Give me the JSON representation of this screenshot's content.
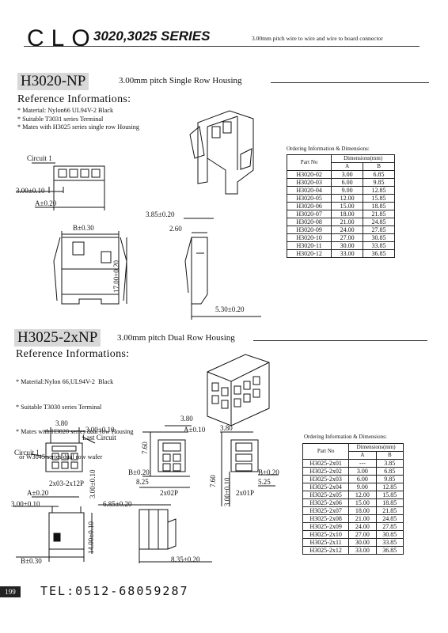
{
  "header": {
    "brand": "CLO",
    "series": "3020,3025 SERIES",
    "description": "3.00mm pitch wire to wire and wire to board connector"
  },
  "section1": {
    "model": "H3020-NP",
    "subtitle": "3.00mm pitch Single Row Housing",
    "ref_title": "Reference Informations:",
    "bullets": [
      "* Material:  Nylon66 UL94V-2 Black",
      "* Suitable T3031 series Terminal",
      "* Mates with H3025 series single row Housing"
    ],
    "table_title": "Ordering Information & Dimensions:",
    "table_head": {
      "part": "Part No",
      "dims": "Dimensions(mm)",
      "a": "A",
      "b": "B"
    },
    "rows": [
      [
        "H3020-02",
        "3.00",
        "6.85"
      ],
      [
        "H3020-03",
        "6.00",
        "9.85"
      ],
      [
        "H3020-04",
        "9.00",
        "12.85"
      ],
      [
        "H3020-05",
        "12.00",
        "15.85"
      ],
      [
        "H3020-06",
        "15.00",
        "18.85"
      ],
      [
        "H3020-07",
        "18.00",
        "21.85"
      ],
      [
        "H3020-08",
        "21.00",
        "24.85"
      ],
      [
        "H3020-09",
        "24.00",
        "27.85"
      ],
      [
        "H3020-10",
        "27.00",
        "30.85"
      ],
      [
        "H3020-11",
        "30.00",
        "33.85"
      ],
      [
        "H3020-12",
        "33.00",
        "36.85"
      ]
    ],
    "labels": {
      "circuit1": "Circuit 1",
      "pitch": "3.00±0.10",
      "a": "A±0.20",
      "b": "B±0.30",
      "w385": "3.85±0.20",
      "w260": "2.60",
      "h1700": "17.00±0.20",
      "w530": "5.30±0.20"
    }
  },
  "section2": {
    "model": "H3025-2xNP",
    "subtitle": "3.00mm pitch Dual Row Housing",
    "ref_title": "Reference Informations:",
    "bullets": [
      "* Material:Nylon 66,UL94V-2  Black",
      "* Suitable T3030 series Terminal",
      "* Mates with H3020 series dual row Housing",
      "  or W3045 series dual row wafer"
    ],
    "table_title": "Ordering Information & Dimensions:",
    "table_head": {
      "part": "Part No",
      "dims": "Dimensions(mm)",
      "a": "A",
      "b": "B"
    },
    "rows": [
      [
        "H3025-2x01",
        "---",
        "3.85"
      ],
      [
        "H3025-2x02",
        "3.00",
        "6.85"
      ],
      [
        "H3025-2x03",
        "6.00",
        "9.85"
      ],
      [
        "H3025-2x04",
        "9.00",
        "12.85"
      ],
      [
        "H3025-2x05",
        "12.00",
        "15.85"
      ],
      [
        "H3025-2x06",
        "15.00",
        "18.85"
      ],
      [
        "H3025-2x07",
        "18.00",
        "21.85"
      ],
      [
        "H3025-2x08",
        "21.00",
        "24.85"
      ],
      [
        "H3025-2x09",
        "24.00",
        "27.85"
      ],
      [
        "H3025-2x10",
        "27.00",
        "30.85"
      ],
      [
        "H3025-2x11",
        "30.00",
        "33.85"
      ],
      [
        "H3025-2x12",
        "33.00",
        "36.85"
      ]
    ],
    "labels": {
      "w380a": "3.80",
      "pitch_a": "3.00±0.10",
      "last_circuit": "Last Circuit",
      "circuit1": "Circuit 1",
      "range": "2x03-2x12P",
      "v300": "3.00±0.10",
      "w380b": "3.80",
      "a010": "A±0.10",
      "v760a": "7.60",
      "b020a": "B±0.20",
      "w825": "8.25",
      "p2x02": "2x02P",
      "w380c": "3.80",
      "v760b": "7.60",
      "v300b": "3.00±0.10",
      "b020b": "B±0.20",
      "w525": "5.25",
      "p2x01": "2x01P",
      "a020": "A±0.20",
      "pitch_b": "3.00±0.10",
      "h1400": "14.00±0.10",
      "w685": "6.85±0.20",
      "b030": "B±0.30",
      "w835": "8.35±0.20"
    }
  },
  "footer": {
    "page": "199",
    "tel": "TEL:0512-68059287"
  }
}
